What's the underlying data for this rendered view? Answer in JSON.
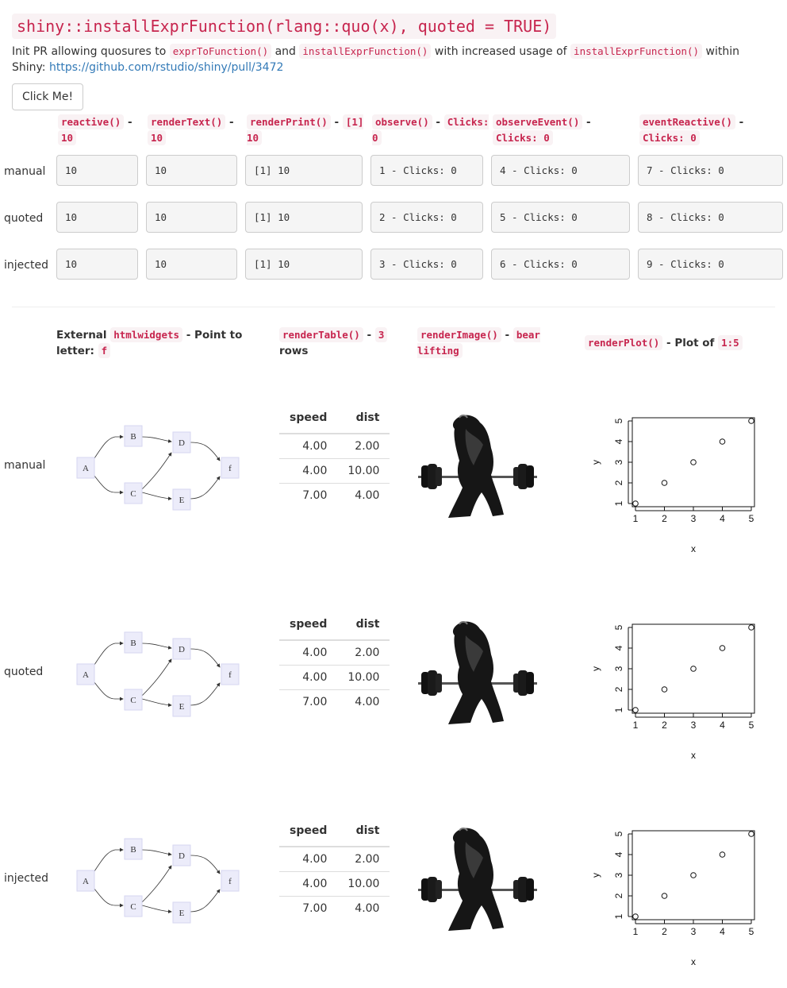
{
  "title": "shiny::installExprFunction(rlang::quo(x), quoted = TRUE)",
  "intro": {
    "text1": "Init PR allowing quosures to ",
    "code1": "exprToFunction()",
    "text2": " and ",
    "code2": "installExprFunction()",
    "text3": " with increased usage of ",
    "code3": "installExprFunction()",
    "text4": " within Shiny: ",
    "link": "https://github.com/rstudio/shiny/pull/3472"
  },
  "button": {
    "label": "Click Me!"
  },
  "columns": [
    {
      "code": "reactive()",
      "dash": " - ",
      "value": "10"
    },
    {
      "code": "renderText()",
      "dash": " - ",
      "value": "10"
    },
    {
      "code": "renderPrint()",
      "dash": " - ",
      "value": "[1] 10"
    },
    {
      "code": "observe()",
      "dash": " - ",
      "value": "Clicks: 0"
    },
    {
      "code": "observeEvent()",
      "dash": " - ",
      "value": "Clicks: 0"
    },
    {
      "code": "eventReactive()",
      "dash": " - ",
      "value": "Clicks: 0"
    }
  ],
  "rows": [
    {
      "label": "manual",
      "cells": [
        "10",
        "10",
        "[1] 10",
        "1 - Clicks: 0",
        "4 - Clicks: 0",
        "7 - Clicks: 0"
      ]
    },
    {
      "label": "quoted",
      "cells": [
        "10",
        "10",
        "[1] 10",
        "2 - Clicks: 0",
        "5 - Clicks: 0",
        "8 - Clicks: 0"
      ]
    },
    {
      "label": "injected",
      "cells": [
        "10",
        "10",
        "[1] 10",
        "3 - Clicks: 0",
        "6 - Clicks: 0",
        "9 - Clicks: 0"
      ]
    }
  ],
  "section2": {
    "col1": {
      "pre": "External ",
      "code": "htmlwidgets",
      "mid": " - Point to letter: ",
      "code2": "f"
    },
    "col2": {
      "code": "renderTable()",
      "mid": " - ",
      "code2": "3",
      "post": " rows"
    },
    "col3": {
      "code": "renderImage()",
      "mid": " - ",
      "code2": "bear lifting"
    },
    "col4": {
      "code": "renderPlot()",
      "mid": " - Plot of ",
      "code2": "1:5"
    }
  },
  "section2_rows": [
    "manual",
    "quoted",
    "injected"
  ],
  "graph": {
    "nodes": [
      "A",
      "B",
      "C",
      "D",
      "E",
      "f"
    ]
  },
  "table": {
    "headers": [
      "speed",
      "dist"
    ],
    "rows": [
      [
        "4.00",
        "2.00"
      ],
      [
        "4.00",
        "10.00"
      ],
      [
        "7.00",
        "4.00"
      ]
    ]
  },
  "chart_data": {
    "type": "scatter",
    "x": [
      1,
      2,
      3,
      4,
      5
    ],
    "y": [
      1,
      2,
      3,
      4,
      5
    ],
    "xlabel": "x",
    "ylabel": "y",
    "xticks": [
      "1",
      "2",
      "3",
      "4",
      "5"
    ],
    "yticks": [
      "1",
      "2",
      "3",
      "4",
      "5"
    ],
    "xlim": [
      1,
      5
    ],
    "ylim": [
      1,
      5
    ]
  }
}
